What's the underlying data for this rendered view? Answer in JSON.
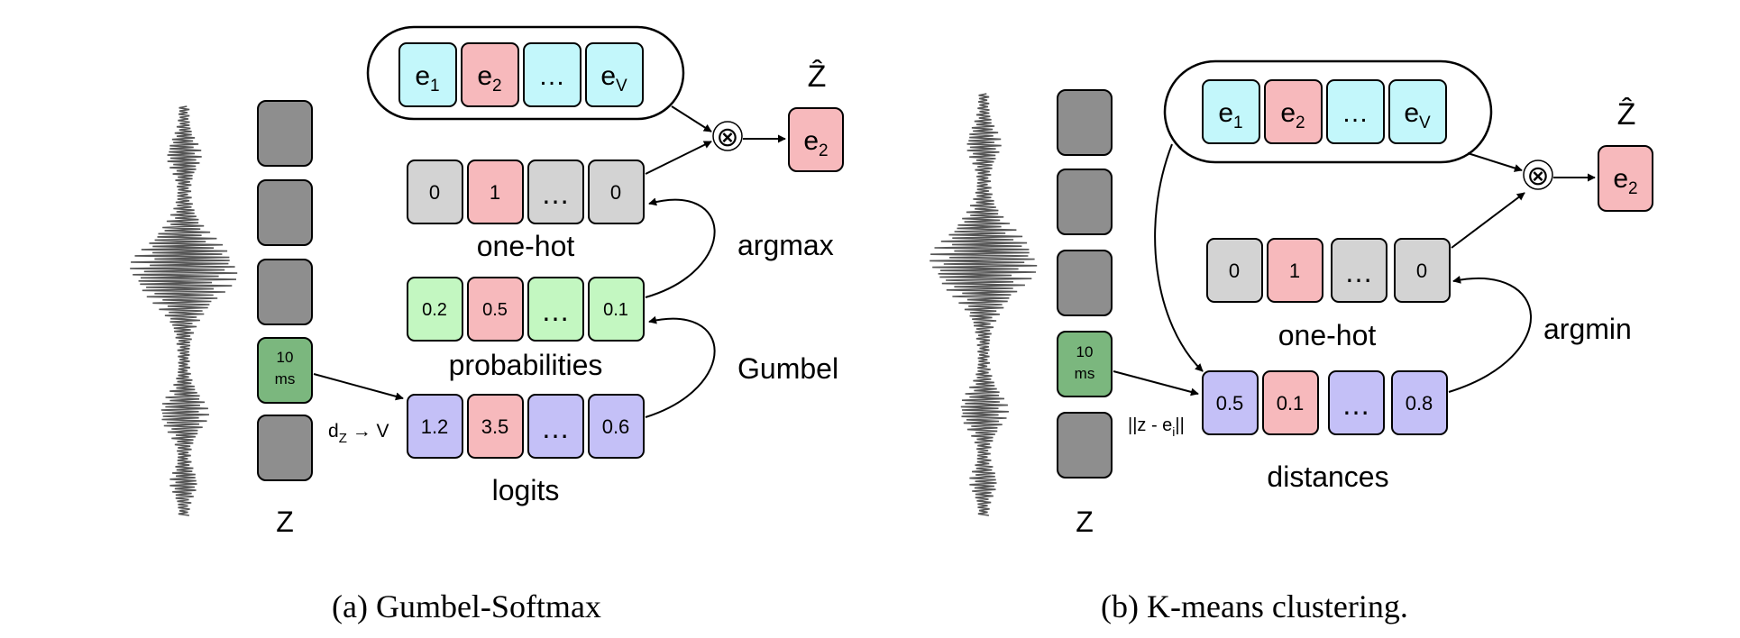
{
  "panel_a": {
    "codebook": [
      "e",
      "e",
      "…",
      "e"
    ],
    "codebook_subscripts": [
      "1",
      "2",
      "",
      "V"
    ],
    "zhat_label": "Ẑ",
    "output": "e",
    "output_sub": "2",
    "onehot": [
      "0",
      "1",
      "…",
      "0"
    ],
    "onehot_label": "one-hot",
    "probs": [
      "0.2",
      "0.5",
      "…",
      "0.1"
    ],
    "probs_label": "probabilities",
    "logits": [
      "1.2",
      "3.5",
      "…",
      "0.6"
    ],
    "logits_label": "logits",
    "argmax_label": "argmax",
    "gumbel_label": "Gumbel",
    "frame_label": [
      "10",
      "ms"
    ],
    "z_label": "Z",
    "proj_label": "d",
    "proj_sub": "Z",
    "proj_rest": " → V",
    "otimes": "⊗",
    "caption": "(a) Gumbel-Softmax"
  },
  "panel_b": {
    "codebook": [
      "e",
      "e",
      "…",
      "e"
    ],
    "codebook_subscripts": [
      "1",
      "2",
      "",
      "V"
    ],
    "zhat_label": "Ẑ",
    "output": "e",
    "output_sub": "2",
    "onehot": [
      "0",
      "1",
      "…",
      "0"
    ],
    "onehot_label": "one-hot",
    "distances": [
      "0.5",
      "0.1",
      "…",
      "0.8"
    ],
    "distances_label": "distances",
    "argmin_label": "argmin",
    "frame_label": [
      "10",
      "ms"
    ],
    "z_label": "Z",
    "dist_formula": "||z - e",
    "dist_formula_sub": "i",
    "dist_formula_end": "||",
    "otimes": "⊗",
    "caption": "(b) K-means clustering."
  },
  "colors": {
    "cyan": "#c3f7fb",
    "red": "#f7b9bc",
    "gray_cell": "#d3d3d3",
    "green_cell": "#c3f7c1",
    "blue_cell": "#c4c0f7",
    "frame_gray": "#8e8e8e",
    "frame_green": "#7bb77e"
  }
}
